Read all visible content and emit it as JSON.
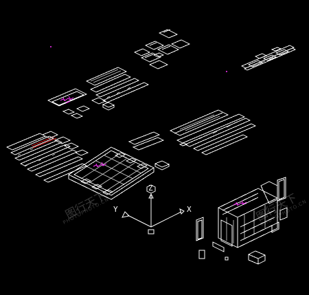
{
  "viewport": {
    "background": "#000000",
    "line_color": "#ffffff",
    "highlight_color": "#ff33ff",
    "accent_color": "#d01818"
  },
  "ucs": {
    "z_label": "Z",
    "y_label": "Y",
    "x_label": "X",
    "icon": "ucs-axis-icon"
  },
  "watermark": {
    "left_mark": "图行天下",
    "left_sub": "PHOTOPHOTO.CN",
    "right_mark": "图行天下",
    "right_sub": "PHOTOPHOTO.CN"
  }
}
